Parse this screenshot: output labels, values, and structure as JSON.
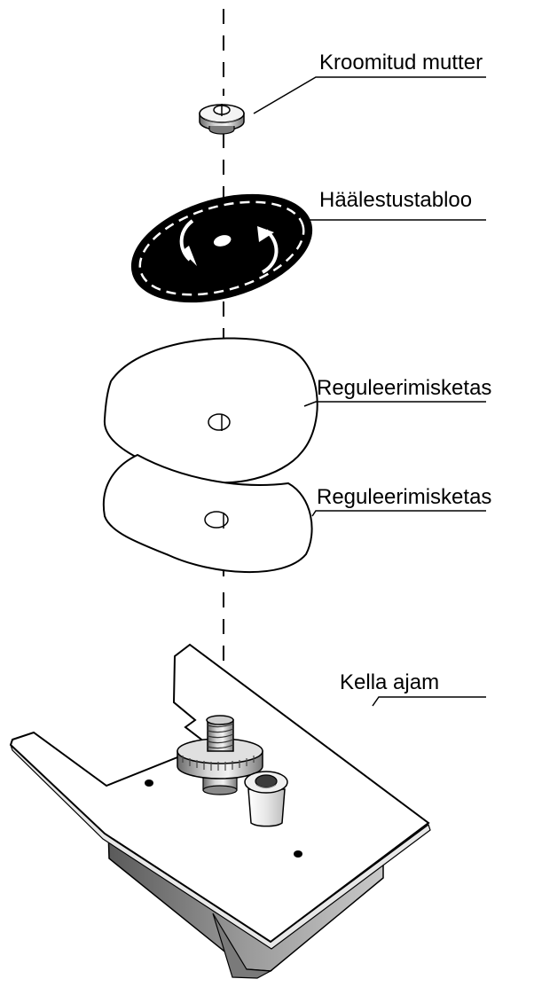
{
  "diagram": {
    "labels": {
      "nut": "Kroomitud mutter",
      "dial": "Häälestustabloo",
      "disc_upper": "Reguleerimisketas",
      "disc_lower": "Reguleerimisketas",
      "movement": "Kella ajam"
    },
    "colors": {
      "ink": "#000000",
      "paper": "#ffffff",
      "dial_fill": "#000000",
      "metal_dark": "#6e6e6e",
      "metal_mid": "#a8a8a8",
      "metal_light": "#dcdcdc"
    }
  }
}
